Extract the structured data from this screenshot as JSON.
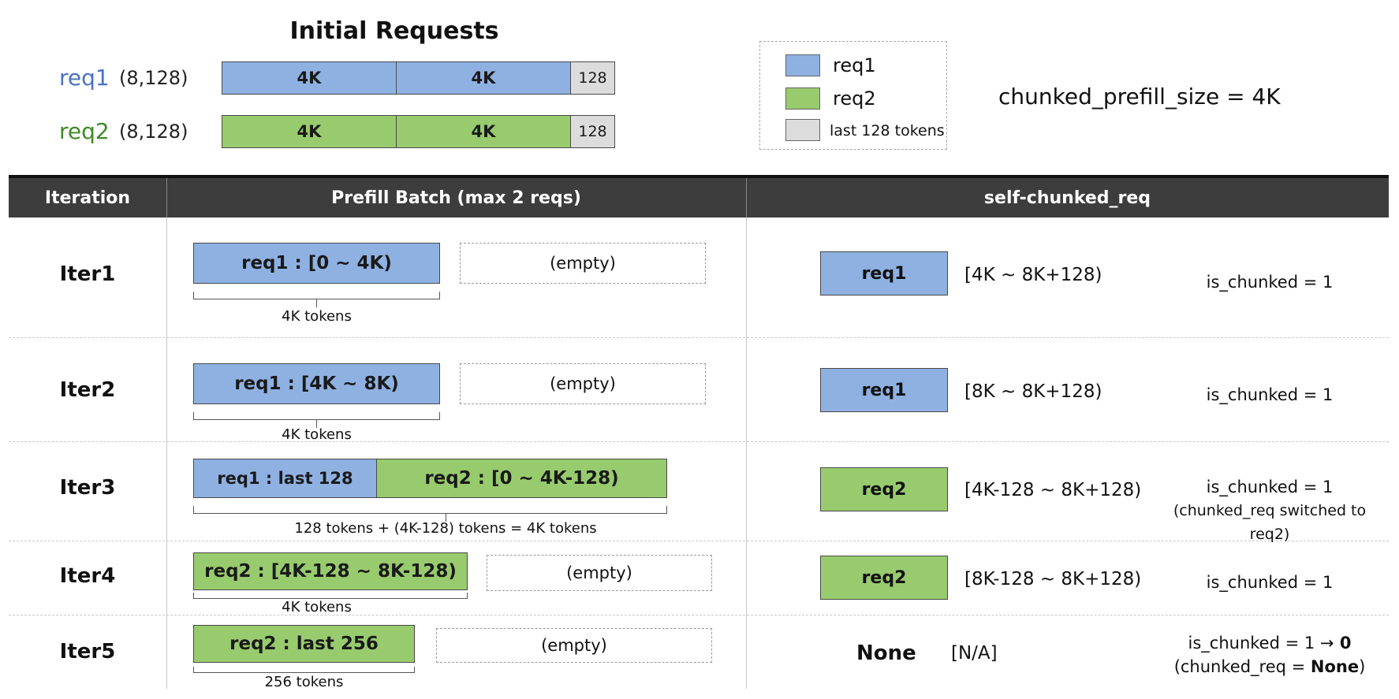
{
  "top": {
    "title": "Initial Requests",
    "requests": [
      {
        "name": "req1",
        "dims": "(8,128)",
        "color": "#4a72c4",
        "segments": [
          "4K",
          "4K",
          "128"
        ]
      },
      {
        "name": "req2",
        "dims": "(8,128)",
        "color": "#3f8a25",
        "segments": [
          "4K",
          "4K",
          "128"
        ]
      }
    ],
    "legend": {
      "items": [
        "req1",
        "req2",
        "last 128 tokens"
      ],
      "colors": [
        "#8eb1e2",
        "#98cb6e",
        "#dcdcdc"
      ]
    },
    "config": "chunked_prefill_size = 4K"
  },
  "table": {
    "headers": [
      "Iteration",
      "Prefill Batch (max 2 reqs)",
      "self-chunked_req"
    ],
    "rows": [
      {
        "iteration": "Iter1",
        "batch": [
          "req1 : [0 ~ 4K)"
        ],
        "empty": "(empty)",
        "tokens": "4K tokens",
        "chunked_req": "req1",
        "range": "[4K ~ 8K+128)",
        "flag": "is_chunked = 1"
      },
      {
        "iteration": "Iter2",
        "batch": [
          "req1 : [4K ~ 8K)"
        ],
        "empty": "(empty)",
        "tokens": "4K tokens",
        "chunked_req": "req1",
        "range": "[8K ~ 8K+128)",
        "flag": "is_chunked = 1"
      },
      {
        "iteration": "Iter3",
        "batch": [
          "req1 : last 128",
          "req2 : [0 ~ 4K-128)"
        ],
        "tokens": "128 tokens + (4K-128) tokens = 4K tokens",
        "chunked_req": "req2",
        "range": "[4K-128 ~ 8K+128)",
        "flag": "is_chunked = 1",
        "flag_note": "(chunked_req switched to req2)"
      },
      {
        "iteration": "Iter4",
        "batch": [
          "req2 : [4K-128 ~ 8K-128)"
        ],
        "empty": "(empty)",
        "tokens": "4K tokens",
        "chunked_req": "req2",
        "range": "[8K-128 ~ 8K+128)",
        "flag": "is_chunked = 1"
      },
      {
        "iteration": "Iter5",
        "batch": [
          "req2 : last 256"
        ],
        "empty": "(empty)",
        "tokens": "256 tokens",
        "chunked_req": "None",
        "range": "[N/A]",
        "flag_prefix": "is_chunked = 1 ",
        "flag_arrow": "→",
        "flag_value": " 0",
        "flag_note_prefix": "(chunked_req = ",
        "flag_note_value": "None",
        "flag_note_suffix": ")"
      }
    ]
  }
}
